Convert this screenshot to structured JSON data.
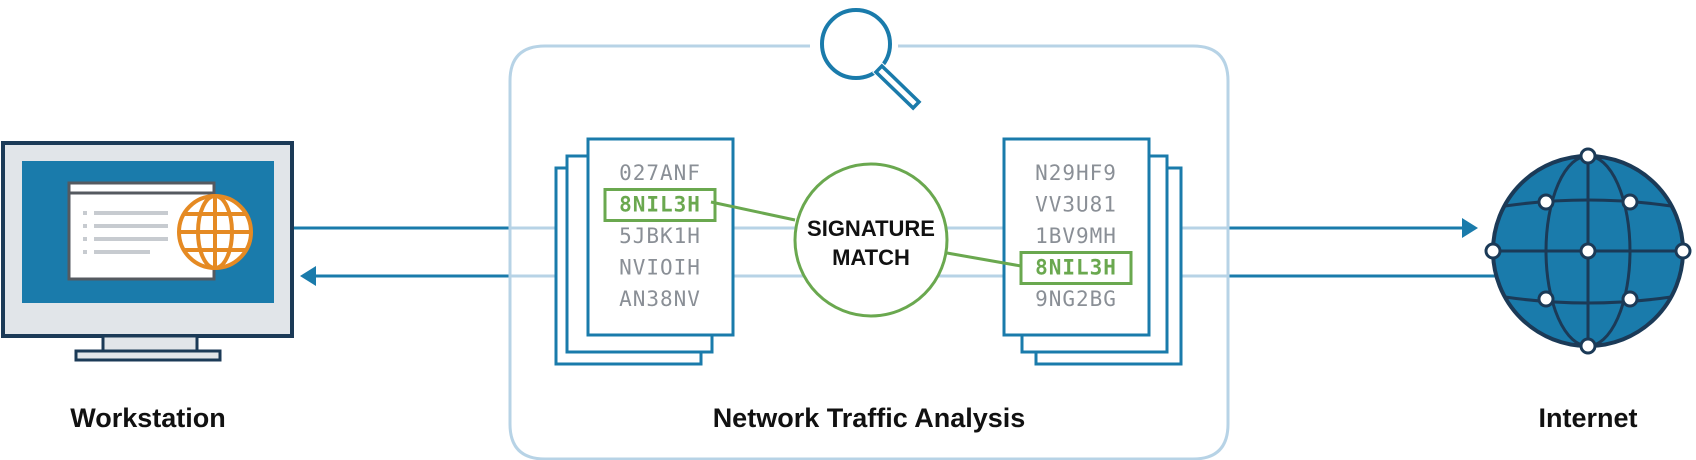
{
  "labels": {
    "workstation": "Workstation",
    "analysis": "Network Traffic Analysis",
    "internet": "Internet"
  },
  "left_document": {
    "lines": [
      "027ANF",
      "8NIL3H",
      "5JBK1H",
      "NVIOIH",
      "AN38NV"
    ],
    "matched_index": 1
  },
  "right_document": {
    "lines": [
      "N29HF9",
      "VV3U81",
      "1BV9MH",
      "8NIL3H",
      "9NG2BG"
    ],
    "matched_index": 3
  },
  "signature_match": {
    "line1": "SIGNATURE",
    "line2": "MATCH"
  },
  "icons": {
    "workstation": "monitor-icon",
    "browser_globe": "globe-icon",
    "search": "magnifier-icon",
    "internet": "network-globe-icon"
  },
  "colors": {
    "blue": "#1a7bab",
    "light_blue": "#b7d3e6",
    "green": "#6aa84f",
    "orange": "#e58a23",
    "dark_navy": "#1b3a57",
    "grey_text": "#8a8f96"
  }
}
